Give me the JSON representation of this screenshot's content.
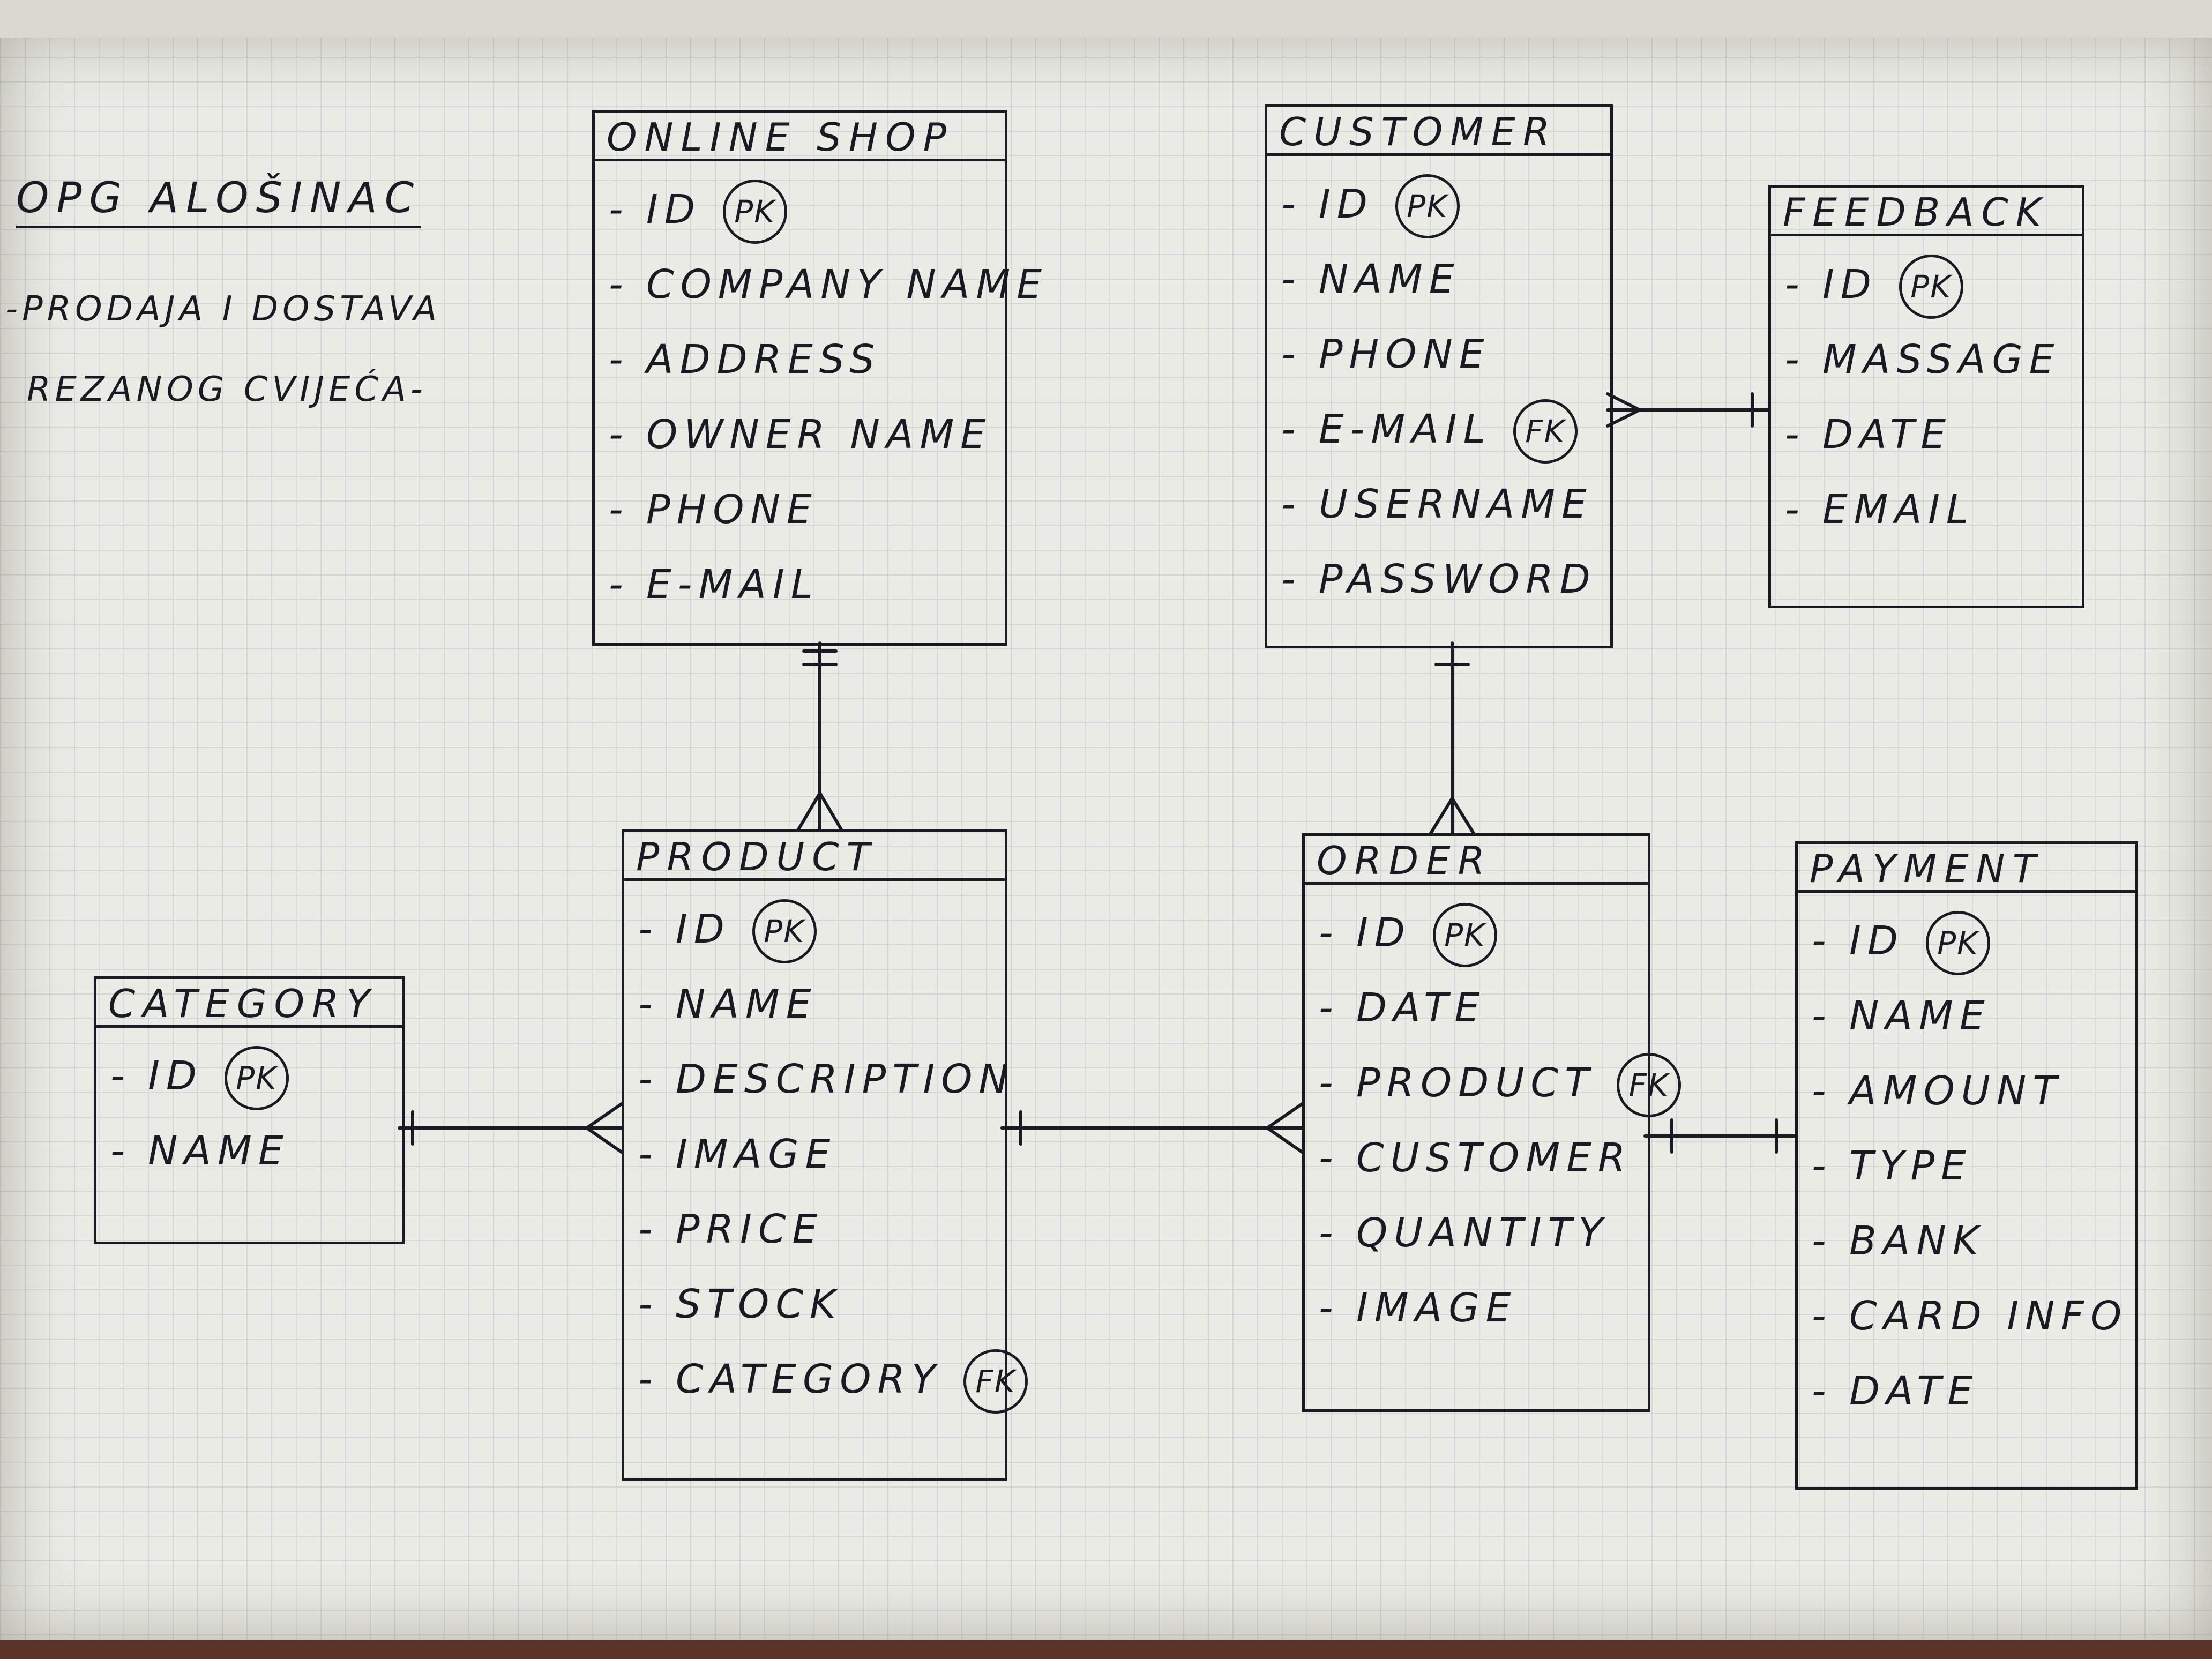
{
  "notes": {
    "title": "OPG ALOŠINAC",
    "line1": "-PRODAJA I DOSTAVA",
    "line2": "REZANOG CVIJEĆA-"
  },
  "entities": {
    "online_shop": {
      "title": "ONLINE SHOP",
      "attributes": [
        {
          "label": "ID",
          "key": "PK"
        },
        {
          "label": "COMPANY NAME",
          "key": ""
        },
        {
          "label": "ADDRESS",
          "key": ""
        },
        {
          "label": "OWNER NAME",
          "key": ""
        },
        {
          "label": "PHONE",
          "key": ""
        },
        {
          "label": "E-MAIL",
          "key": ""
        }
      ]
    },
    "customer": {
      "title": "CUSTOMER",
      "attributes": [
        {
          "label": "ID",
          "key": "PK"
        },
        {
          "label": "NAME",
          "key": ""
        },
        {
          "label": "PHONE",
          "key": ""
        },
        {
          "label": "E-MAIL",
          "key": "FK"
        },
        {
          "label": "USERNAME",
          "key": ""
        },
        {
          "label": "PASSWORD",
          "key": ""
        }
      ]
    },
    "feedback": {
      "title": "FEEDBACK",
      "attributes": [
        {
          "label": "ID",
          "key": "PK"
        },
        {
          "label": "MASSAGE",
          "key": ""
        },
        {
          "label": "DATE",
          "key": ""
        },
        {
          "label": "EMAIL",
          "key": ""
        }
      ]
    },
    "product": {
      "title": "PRODUCT",
      "attributes": [
        {
          "label": "ID",
          "key": "PK"
        },
        {
          "label": "NAME",
          "key": ""
        },
        {
          "label": "DESCRIPTION",
          "key": ""
        },
        {
          "label": "IMAGE",
          "key": ""
        },
        {
          "label": "PRICE",
          "key": ""
        },
        {
          "label": "STOCK",
          "key": ""
        },
        {
          "label": "CATEGORY",
          "key": "FK"
        }
      ]
    },
    "order": {
      "title": "ORDER",
      "attributes": [
        {
          "label": "ID",
          "key": "PK"
        },
        {
          "label": "DATE",
          "key": ""
        },
        {
          "label": "PRODUCT",
          "key": "FK"
        },
        {
          "label": "CUSTOMER",
          "key": ""
        },
        {
          "label": "QUANTITY",
          "key": ""
        },
        {
          "label": "IMAGE",
          "key": ""
        }
      ]
    },
    "payment": {
      "title": "PAYMENT",
      "attributes": [
        {
          "label": "ID",
          "key": "PK"
        },
        {
          "label": "NAME",
          "key": ""
        },
        {
          "label": "AMOUNT",
          "key": ""
        },
        {
          "label": "TYPE",
          "key": ""
        },
        {
          "label": "BANK",
          "key": ""
        },
        {
          "label": "CARD INFO",
          "key": ""
        },
        {
          "label": "DATE",
          "key": ""
        }
      ]
    },
    "category": {
      "title": "CATEGORY",
      "attributes": [
        {
          "label": "ID",
          "key": "PK"
        },
        {
          "label": "NAME",
          "key": ""
        }
      ]
    }
  },
  "relationships": [
    {
      "from": "online_shop",
      "to": "product",
      "from_cardinality": "one",
      "to_cardinality": "many"
    },
    {
      "from": "customer",
      "to": "order",
      "from_cardinality": "one",
      "to_cardinality": "many"
    },
    {
      "from": "customer",
      "to": "feedback",
      "from_cardinality": "many",
      "to_cardinality": "one"
    },
    {
      "from": "category",
      "to": "product",
      "from_cardinality": "one",
      "to_cardinality": "many"
    },
    {
      "from": "product",
      "to": "order",
      "from_cardinality": "one",
      "to_cardinality": "many"
    },
    {
      "from": "order",
      "to": "payment",
      "from_cardinality": "one",
      "to_cardinality": "one"
    }
  ]
}
